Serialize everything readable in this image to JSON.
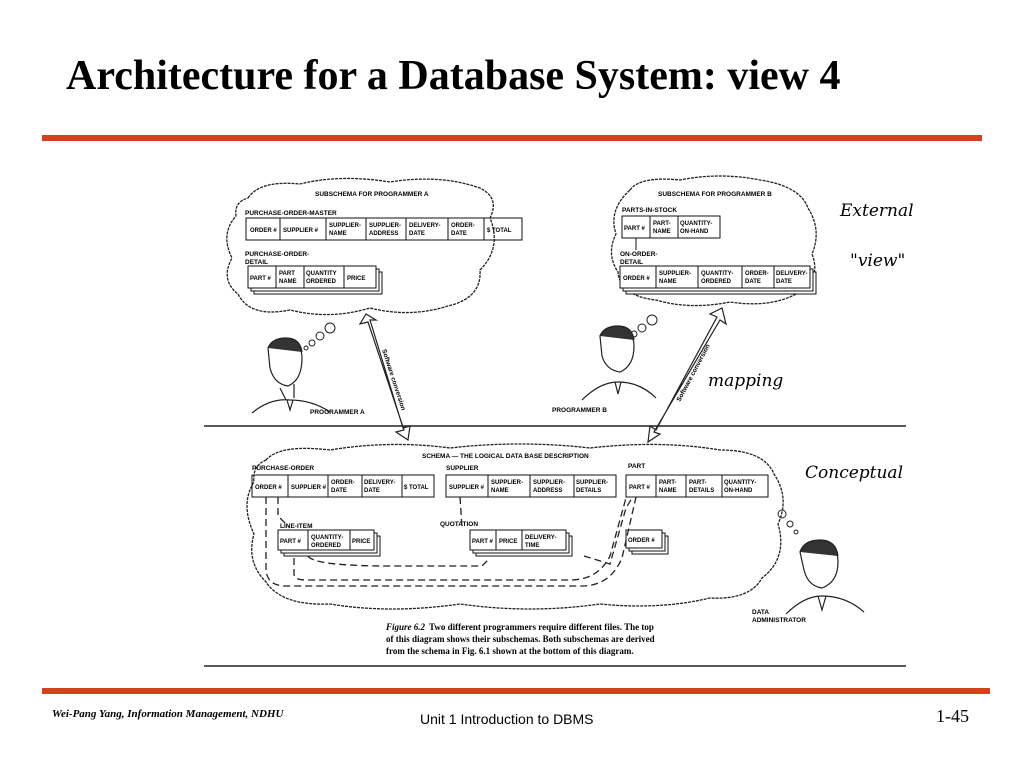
{
  "slide": {
    "title": "Architecture for a Database System: view 4",
    "footer_left": "Wei-Pang Yang, Information Management, NDHU",
    "footer_center": "Unit 1  Introduction to DBMS",
    "page_number": "1-45",
    "accent_color": "#d2431c"
  },
  "figure": {
    "subschema_a": {
      "title": "SUBSCHEMA FOR PROGRAMMER A",
      "purchase_order_master": "PURCHASE-ORDER-MASTER",
      "master_fields": [
        "ORDER #",
        "SUPPLIER #",
        "SUPPLIER-",
        "NAME",
        "SUPPLIER-",
        "ADDRESS",
        "DELIVERY-",
        "DATE",
        "ORDER-",
        "DATE",
        "$ TOTAL"
      ],
      "purchase_order": "PURCHASE-ORDER-",
      "detail": "DETAIL",
      "detail_fields": [
        "PART #",
        "PART",
        "NAME",
        "QUANTITY",
        "ORDERED",
        "PRICE"
      ]
    },
    "subschema_b": {
      "title": "SUBSCHEMA FOR PROGRAMMER B",
      "parts_in_stock": "PARTS-IN-STOCK",
      "stock_fields": [
        "PART #",
        "PART-",
        "NAME",
        "QUANTITY-",
        "ON-HAND"
      ],
      "on_order": "ON-ORDER-",
      "detail": "DETAIL",
      "detail_fields": [
        "ORDER #",
        "SUPPLIER-",
        "NAME",
        "QUANTITY-",
        "ORDERED",
        "ORDER-",
        "DATE",
        "DELIVERY-",
        "DATE"
      ]
    },
    "programmer_a": "PROGRAMMER A",
    "programmer_b": "PROGRAMMER B",
    "software_conversion": "Software conversion",
    "annotations": {
      "external": "External",
      "view": "\"view\"",
      "mapping": "mapping",
      "conceptual": "Conceptual"
    },
    "schema": {
      "title": "SCHEMA — THE LOGICAL DATA BASE DESCRIPTION",
      "purchase_order": "PURCHASE-ORDER",
      "po_fields": [
        "ORDER #",
        "SUPPLIER #",
        "ORDER-",
        "DATE",
        "DELIVERY-",
        "DATE",
        "$ TOTAL"
      ],
      "supplier": "SUPPLIER",
      "supplier_fields": [
        "SUPPLIER #",
        "SUPPLIER-",
        "NAME",
        "SUPPLIER-",
        "ADDRESS",
        "SUPPLIER-",
        "DETAILS"
      ],
      "part": "PART",
      "part_fields": [
        "PART #",
        "PART-",
        "NAME",
        "PART-",
        "DETAILS",
        "QUANTITY-",
        "ON-HAND"
      ],
      "line_item": "LINE-ITEM",
      "line_fields": [
        "PART #",
        "QUANTITY-",
        "ORDERED",
        "PRICE"
      ],
      "quotation": "QUOTATION",
      "quotation_fields": [
        "PART #",
        "PRICE",
        "DELIVERY-",
        "TIME"
      ],
      "order_field": "ORDER #"
    },
    "data_administrator_1": "DATA",
    "data_administrator_2": "ADMINISTRATOR",
    "caption": {
      "line1_label": "Figure  6.2",
      "line1": "Two different programmers require different files. The top",
      "line2": "of this diagram shows their subschemas. Both subschemas are derived",
      "line3": "from the schema in Fig. 6.1 shown at the bottom of this diagram."
    }
  }
}
